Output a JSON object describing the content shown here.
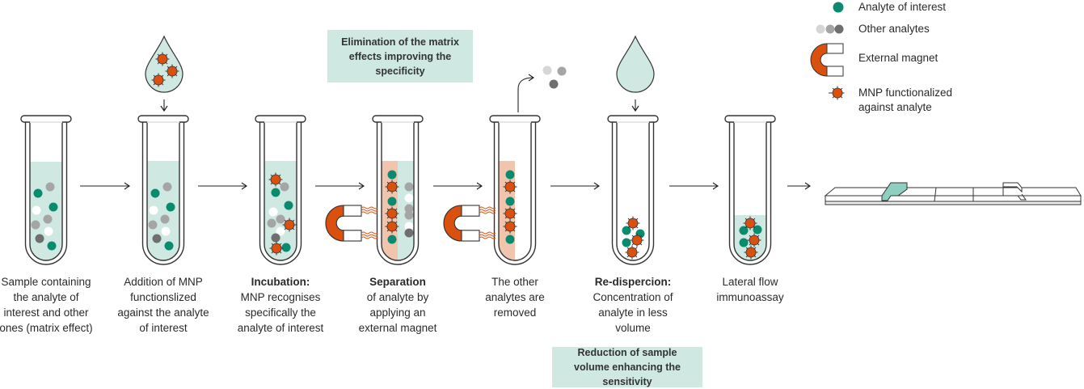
{
  "colors": {
    "analyte": "#0a8a6e",
    "other_light": "#d6d6d6",
    "other_mid": "#a5a5a5",
    "other_dark": "#6f6f6f",
    "other_white": "#ffffff",
    "mnp": "#d9500f",
    "liquid": "#cfe8e2",
    "magnet_zone": "#f0c4ad",
    "outline": "#333333",
    "note_bg": "#cfe8e2"
  },
  "legend": {
    "items": [
      {
        "icon": "analyte-dot-icon",
        "label": "Analyte of interest"
      },
      {
        "icon": "other-analytes-icon",
        "label": "Other analytes"
      },
      {
        "icon": "magnet-icon",
        "label": "External magnet"
      },
      {
        "icon": "mnp-icon",
        "label": "MNP functionalized against analyte"
      }
    ]
  },
  "steps": [
    {
      "title": "",
      "text": "Sample containing the analyte of interest and other ones (matrix effect)"
    },
    {
      "title": "",
      "text": "Addition of MNP functionslized against the analyte of interest"
    },
    {
      "title": "Incubation:",
      "text": "MNP recognises specifically the analyte of interest"
    },
    {
      "title": "Separation",
      "text": "of analyte by applying an external magnet"
    },
    {
      "title": "",
      "text": "The other analytes are removed"
    },
    {
      "title": "Re-dispercion:",
      "text": "Concentration of analyte in less volume"
    },
    {
      "title": "",
      "text": "Lateral flow immunoassay"
    }
  ],
  "notes": {
    "specificity": "Elimination of the matrix effects improving the specificity",
    "sensitivity": "Reduction of sample volume enhancing the sensitivity"
  }
}
